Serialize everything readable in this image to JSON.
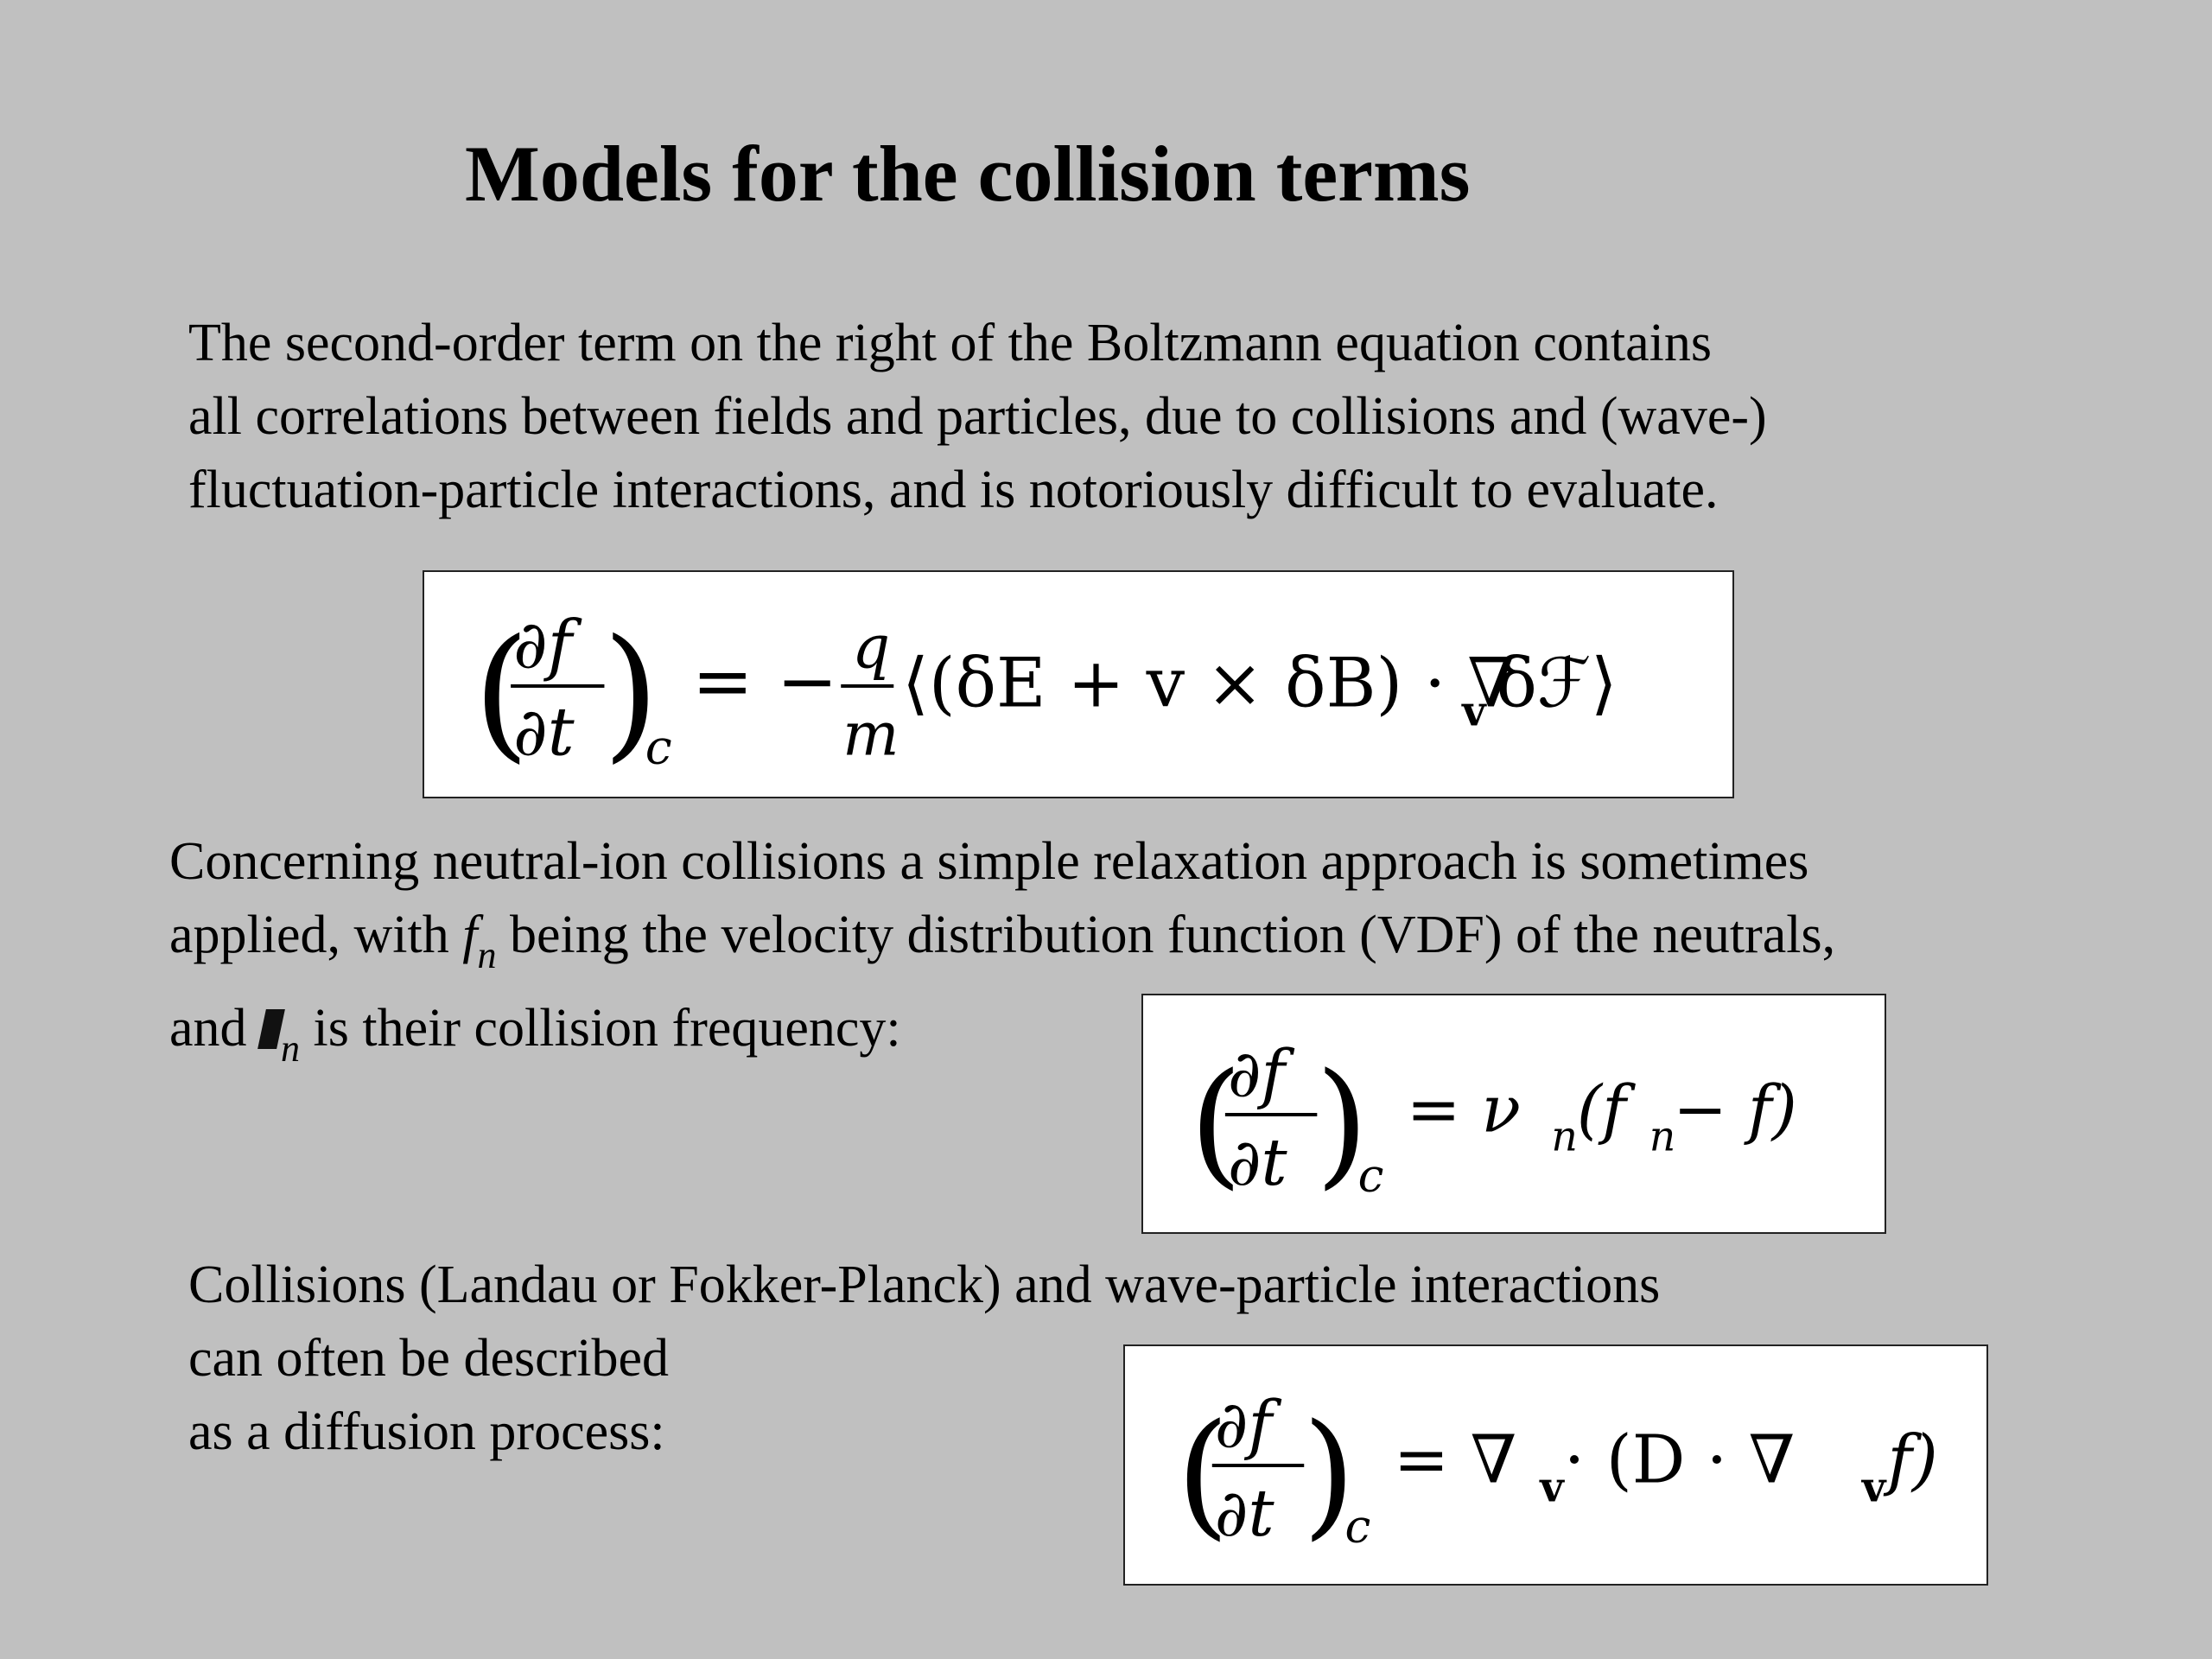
{
  "title": "Models for the collision terms",
  "paragraph1": {
    "lines": [
      "The second-order term on the right of the Boltzmann equation contains",
      "all correlations between fields and particles, due to collisions and (wave-)",
      "fluctuation-particle interactions, and is notoriously difficult to evaluate."
    ]
  },
  "paragraph2": {
    "line1": "Concerning neutral-ion collisions a simple relaxation approach is sometimes",
    "line2_before": "applied, with ",
    "line2_var": "f",
    "line2_sub": "n",
    "line2_after": " being the velocity distribution function (VDF) of the neutrals,",
    "line3_before": "and ",
    "line3_sub": "n",
    "line3_after": " is their collision frequency:"
  },
  "paragraph3": {
    "lines": [
      "Collisions (Landau or Fokker-Planck) and wave-particle interactions",
      "can often be described",
      "as a diffusion process:"
    ]
  },
  "equations": {
    "lhs": {
      "numerator": "∂f",
      "denominator": "∂t",
      "subscript": "c"
    },
    "eq1": {
      "equals": "= −",
      "q": "q",
      "m": "m",
      "rhs": "⟨(δE + v × δB) · ∇",
      "rhs_sub": "v",
      "rhs_end": "δℱ⟩"
    },
    "eq2": {
      "rhs_a": "= ν",
      "rhs_sub1": "n",
      "rhs_b": "(f",
      "rhs_sub2": "n",
      "rhs_c": " − f)"
    },
    "eq3": {
      "rhs_a": "= ∇",
      "rhs_sub1": "v",
      "rhs_b": " · (D · ∇",
      "rhs_sub2": "v",
      "rhs_c": "f)"
    }
  }
}
